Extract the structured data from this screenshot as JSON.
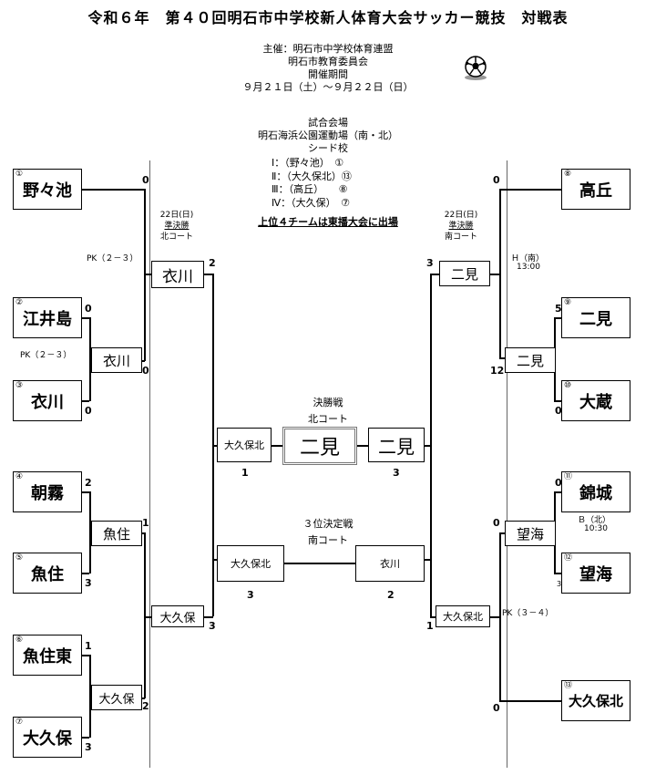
{
  "title": "令和６年　第４０回明石市中学校新人体育大会サッカー競技　対戦表",
  "organizers": [
    "主催：明石市中学校体育連盟",
    "明石市教育委員会",
    "開催期間",
    "９月２１日（土）～９月２２日（日）"
  ],
  "venue": [
    "試合会場",
    "明石海浜公園運動場（南・北）",
    "シード校"
  ],
  "seeds": [
    "Ⅰ：（野々池）　①",
    "Ⅱ：（大久保北）⑬",
    "Ⅲ：（高丘）　　⑧",
    "Ⅳ：（大久保）　⑦"
  ],
  "notice": "上位４チームは東播大会に出場",
  "left_semi_info": [
    "22日(日)",
    "準決勝",
    "北コート"
  ],
  "right_semi_info": [
    "22日(日)",
    "準決勝",
    "南コート"
  ],
  "teams": {
    "t1": {
      "seed": "①",
      "name": "野々池"
    },
    "t2": {
      "seed": "②",
      "name": "江井島"
    },
    "t3": {
      "seed": "③",
      "name": "衣川"
    },
    "t4": {
      "seed": "④",
      "name": "朝霧"
    },
    "t5": {
      "seed": "⑤",
      "name": "魚住"
    },
    "t6": {
      "seed": "⑥",
      "name": "魚住東"
    },
    "t7": {
      "seed": "⑦",
      "name": "大久保"
    },
    "t8": {
      "seed": "⑧",
      "name": "高丘"
    },
    "t9": {
      "seed": "⑨",
      "name": "二見"
    },
    "t10": {
      "seed": "⑩",
      "name": "大蔵"
    },
    "t11": {
      "seed": "⑪",
      "name": "錦城"
    },
    "t12": {
      "seed": "⑫",
      "name": "望海"
    },
    "t13": {
      "seed": "⑬",
      "name": "大久保北"
    }
  },
  "winners": {
    "w23": "衣川",
    "w45": "魚住",
    "w67": "大久保",
    "w910": "二見",
    "w1112": "望海",
    "qf1": "衣川",
    "qf2": "大久保",
    "qf3": "二見",
    "qf4": "大久保北",
    "final_left": "大久保北",
    "final_right": "二見",
    "champion": "二見",
    "third_left": "大久保北",
    "third_right": "衣川"
  },
  "scores": {
    "t1": "0",
    "t2": "0",
    "t3": "0",
    "t4": "2",
    "t5": "3",
    "t6": "1",
    "t7": "3",
    "w23": "0",
    "w45": "1",
    "w67": "2",
    "qf1": "2",
    "qf2": "3",
    "t8": "0",
    "t9": "5",
    "t10": "0",
    "t11": "0",
    "t12": "3",
    "t13": "0",
    "w910": "12",
    "w1112": "0",
    "qf3": "3",
    "qf4": "1",
    "final_left": "1",
    "final_right": "3",
    "third_left": "3",
    "third_right": "2"
  },
  "notes": {
    "pk_top": "PK（２－３）",
    "pk_23": "PK（２－３）",
    "pk_right": "PK（３－４）",
    "h_court": "Ｈ（南）",
    "h_time": "13:00",
    "b_court": "Ｂ（北）",
    "b_time": "10:30"
  },
  "final_label": [
    "決勝戦",
    "北コート"
  ],
  "third_label": [
    "３位決定戦",
    "南コート"
  ]
}
